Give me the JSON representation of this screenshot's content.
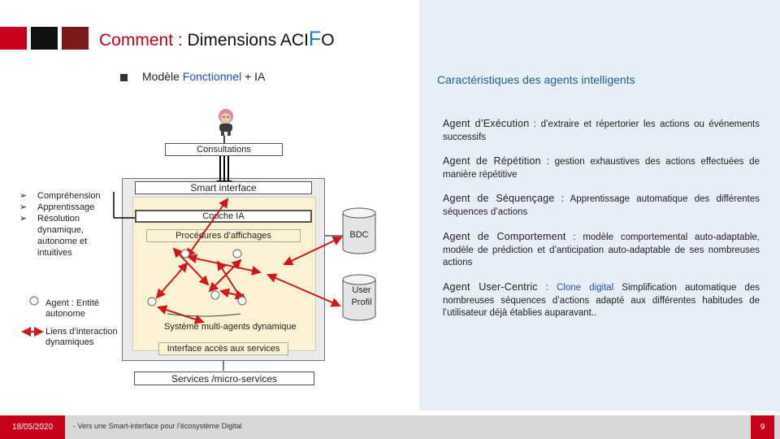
{
  "header": {
    "title_prefix": "Comment : ",
    "title_main": "Dimensions ACI",
    "title_f": "F",
    "title_o": "O",
    "squares": [
      "#c8001a",
      "#ffffff",
      "#111111",
      "#7a1a1a"
    ]
  },
  "left": {
    "model_title_prefix": "Modèle ",
    "model_title_blue": "Fonctionnel",
    "model_title_suffix": " + IA",
    "consultations": "Consultations",
    "smart_interface": "Smart interface",
    "couche_ia": "Couche IA",
    "procedures": "Procédures d’affichages",
    "systeme": "Système multi-agents dynamique",
    "interface": "Interface accès aux services",
    "services": "Services /micro-services",
    "bdc": "BDC",
    "user_profil_1": "User",
    "user_profil_2": "Profil",
    "legend_items": [
      "Compréhension",
      "Apprentissage",
      "Résolution",
      "dynamique,",
      "autonome et",
      "intuitives"
    ],
    "legend_agent": "Agent : Entité autonome",
    "legend_link": "Liens d’interaction dynamiques"
  },
  "right": {
    "title": "Caractéristiques des agents intelligents",
    "items": [
      {
        "name": "Agent d’Exécution",
        "sep": " : ",
        "text": "d’extraire et répertorier les actions ou événements successifs"
      },
      {
        "name": "Agent de Répétition",
        "sep": " : ",
        "text": "gestion exhaustives des actions effectuées de manière répétitive"
      },
      {
        "name": "Agent de Séquençage",
        "sep": " : ",
        "text": "Apprentissage automatique des différentes séquences d’actions"
      },
      {
        "name": "Agent de Comportement",
        "sep": " : ",
        "text": "modèle comportemental auto-adaptable, modèle de prédiction et d’anticipation auto-adaptable de ses nombreuses actions"
      },
      {
        "name": "Agent User-Centric",
        "sep": " : ",
        "blue": "Clone digital",
        "text": " Simplification automatique des nombreuses séquences d’actions adapté aux différentes habitudes de l’utilisateur déjà établies auparavant.."
      }
    ]
  },
  "footer": {
    "date": "18/05/2020",
    "text": "- Vers une Smart-interface pour l’écosystème Digital",
    "page": "9"
  },
  "colors": {
    "accent_red": "#c8001a",
    "link_red": "#d01818",
    "panel_bg": "#e8eef6"
  },
  "icons": [
    "person-icon",
    "database-icon",
    "agent-circle-icon",
    "arrow-bullet-icon"
  ]
}
